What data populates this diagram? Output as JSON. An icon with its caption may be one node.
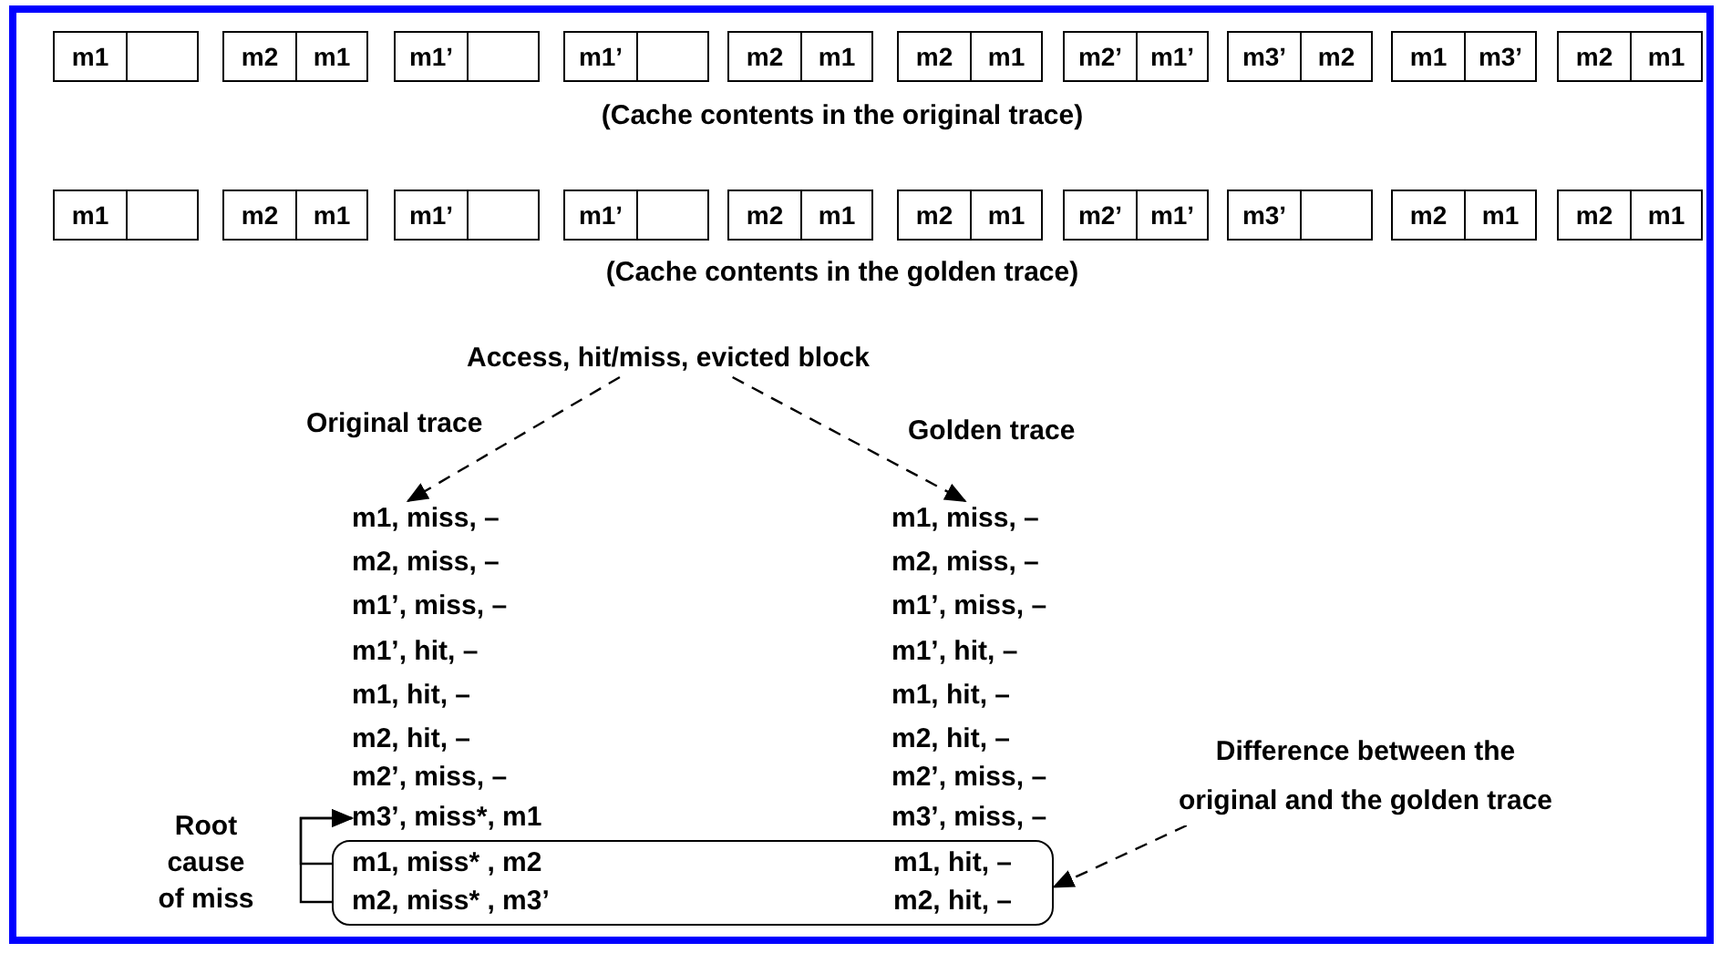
{
  "diagram": {
    "nodes": [
      {
        "text": [
          "m1"
        ]
      },
      {
        "text": [
          "m2",
          "m1"
        ]
      },
      {
        "text": [
          "m1’"
        ]
      },
      {
        "text": [
          "m1’"
        ]
      },
      {
        "text": [
          "m2",
          "m1"
        ]
      },
      {
        "text": [
          "m2",
          "m1"
        ]
      },
      {
        "text": [
          "m2’",
          "m1’"
        ]
      },
      {
        "text": [
          "m3’",
          "m2"
        ]
      },
      {
        "text": [
          "m1",
          "m3’"
        ]
      },
      {
        "text": [
          "m2",
          "m1"
        ]
      },
      {
        "text": [
          "m1"
        ]
      },
      {
        "text": [
          "m2",
          "m1"
        ]
      },
      {
        "text": [
          "m1’"
        ]
      },
      {
        "text": [
          "m1’"
        ]
      },
      {
        "text": [
          "m2",
          "m1"
        ]
      },
      {
        "text": [
          "m2",
          "m1"
        ]
      },
      {
        "text": [
          "m2’",
          "m1’"
        ]
      },
      {
        "text": [
          "m3’"
        ]
      },
      {
        "text": [
          "m2",
          "m1"
        ]
      },
      {
        "text": [
          "m2",
          "m1"
        ]
      },
      {
        "text": [
          "Access, hit/miss, evicted block"
        ]
      },
      {
        "text": [
          "m1, miss, –"
        ]
      },
      {
        "text": [
          "m2, miss, –"
        ]
      },
      {
        "text": [
          "m1’, miss, –"
        ]
      },
      {
        "text": [
          "m1’, hit, –"
        ]
      },
      {
        "text": [
          "m1, hit, –"
        ]
      },
      {
        "text": [
          "m2, hit, –"
        ]
      },
      {
        "text": [
          "m2’, miss, –"
        ]
      },
      {
        "text": [
          "m3’, miss*, m1"
        ]
      },
      {
        "text": [
          "m1, miss, –"
        ]
      },
      {
        "text": [
          "m2, miss, –"
        ]
      },
      {
        "text": [
          "m1’, miss, –"
        ]
      },
      {
        "text": [
          "m1’, hit, –"
        ]
      },
      {
        "text": [
          "m1, hit, –"
        ]
      },
      {
        "text": [
          "m2, hit, –"
        ]
      },
      {
        "text": [
          "m2’, miss, –"
        ]
      },
      {
        "text": [
          "m3’, miss, –"
        ]
      },
      {
        "text": [],
        "shape": "box"
      },
      {
        "text": [
          "m1, miss* , m2"
        ],
        "in": 37
      },
      {
        "text": [
          "m1, hit, –"
        ],
        "in": 37
      },
      {
        "text": [
          "m2, miss* , m3’"
        ],
        "in": 37
      },
      {
        "text": [
          "m2, hit, –"
        ],
        "in": 37
      },
      {
        "text": [
          "Difference between the original and the golden trace"
        ]
      }
    ],
    "edges": [
      {
        "from": 20,
        "to": 21,
        "arrow": "to",
        "label": "Original trace",
        "style": "dashed"
      },
      {
        "from": 20,
        "to": 29,
        "arrow": "to",
        "label": "Golden trace",
        "style": "dashed"
      },
      {
        "from": 42,
        "to": 37,
        "arrow": "to",
        "style": "dashed"
      },
      {
        "from": 38,
        "to": 28,
        "arrow": "to"
      },
      {
        "from": 40,
        "to": 28,
        "arrow": "to"
      }
    ],
    "labels": [
      "(Cache contents in the original trace)",
      "(Cache contents in the golden trace)",
      "Root cause of miss"
    ]
  }
}
